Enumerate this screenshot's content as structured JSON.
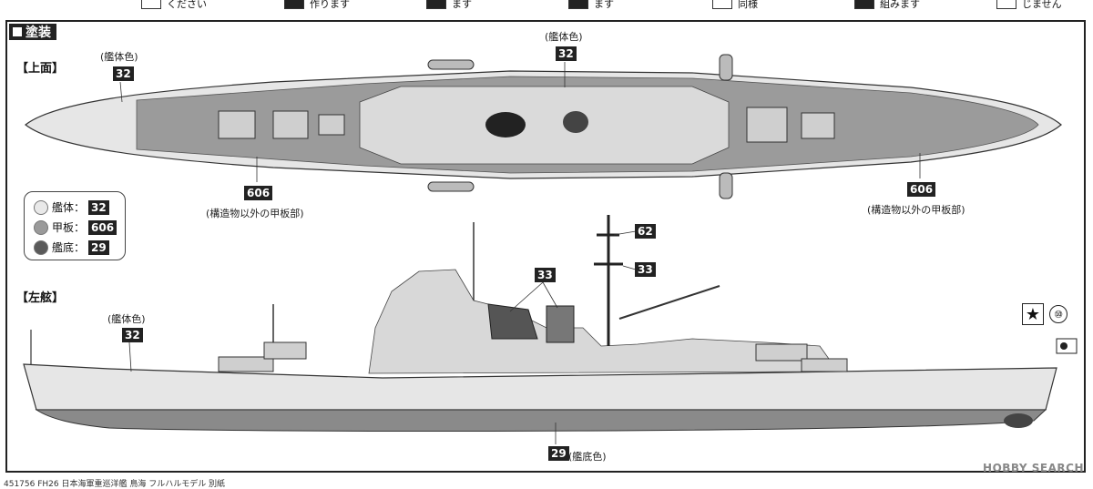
{
  "top_legend": [
    {
      "label": "ください"
    },
    {
      "label": "作ります"
    },
    {
      "label": "ます"
    },
    {
      "label": "ます"
    },
    {
      "label": "同様"
    },
    {
      "label": "組みます"
    },
    {
      "label": "じません"
    }
  ],
  "section": {
    "title": "塗装"
  },
  "views": {
    "top": "【上面】",
    "port": "【左舷】"
  },
  "callouts": {
    "top_hull_left_note": "(艦体色)",
    "top_hull_left_code": "32",
    "top_hull_center_note": "(艦体色)",
    "top_hull_center_code": "32",
    "top_deck_left_code": "606",
    "top_deck_left_note": "(構造物以外の甲板部)",
    "top_deck_right_code": "606",
    "top_deck_right_note": "(構造物以外の甲板部)",
    "side_hull_note": "(艦体色)",
    "side_hull_code": "32",
    "mast_code_a": "62",
    "mast_code_b": "33",
    "funnel_code": "33",
    "bottom_code": "29",
    "bottom_note": "(艦底色)",
    "flag_num": "⑩"
  },
  "legend": [
    {
      "label": "艦体：",
      "code": "32",
      "color": "#e9e9e9"
    },
    {
      "label": "甲板：",
      "code": "606",
      "color": "#9a9a9a"
    },
    {
      "label": "艦底：",
      "code": "29",
      "color": "#5a5a5a"
    }
  ],
  "footer": "451756 FH26 日本海軍重巡洋艦 鳥海 フルハルモデル 別紙",
  "watermark": "HOBBY SEARCH",
  "colors": {
    "hull": "#e6e6e6",
    "deck": "#9b9b9b",
    "bottom": "#8a8a8a",
    "dark": "#222222"
  }
}
